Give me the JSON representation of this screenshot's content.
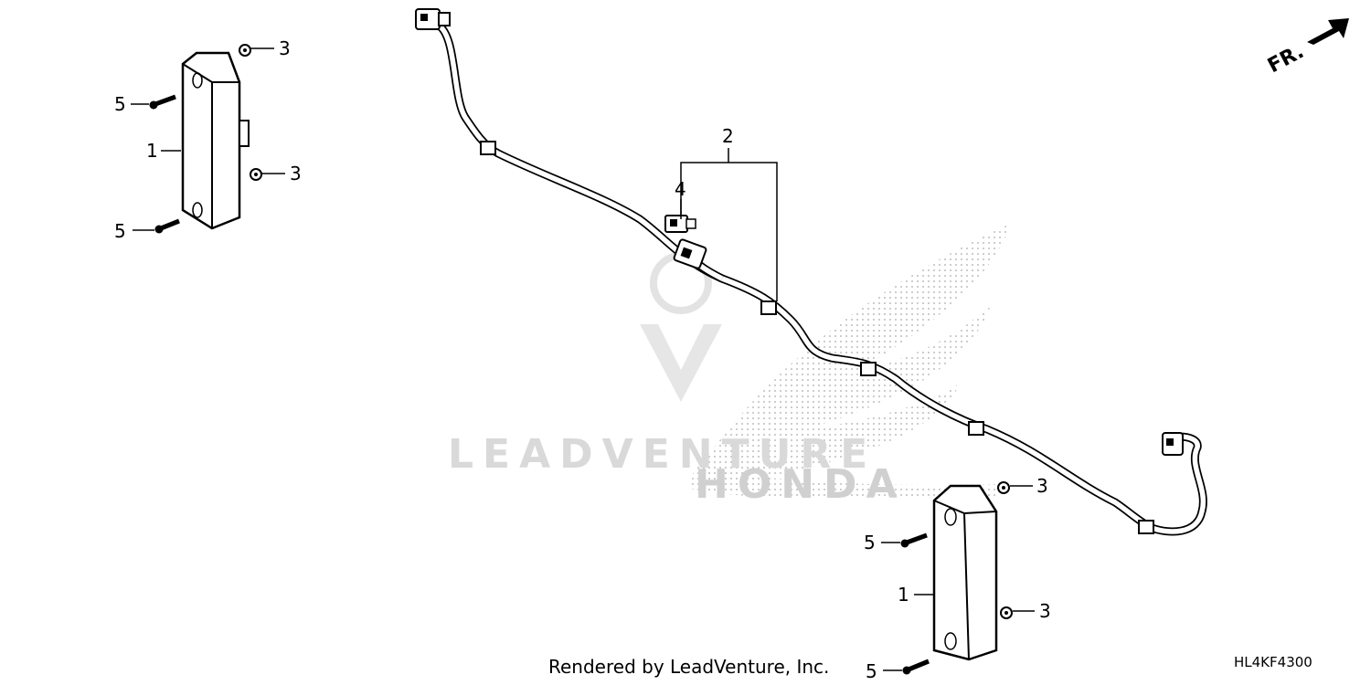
{
  "diagram": {
    "callouts": {
      "c1_left": "1",
      "c1_right": "1",
      "c2": "2",
      "c3_a": "3",
      "c3_b": "3",
      "c3_c": "3",
      "c3_d": "3",
      "c4": "4",
      "c5_a": "5",
      "c5_b": "5",
      "c5_c": "5",
      "c5_d": "5"
    },
    "front_indicator": "FR.",
    "watermark_text": "LEADVENTURE",
    "watermark_brand": "HONDA"
  },
  "footer": {
    "credit": "Rendered by LeadVenture, Inc.",
    "diagram_code": "HL4KF4300"
  }
}
